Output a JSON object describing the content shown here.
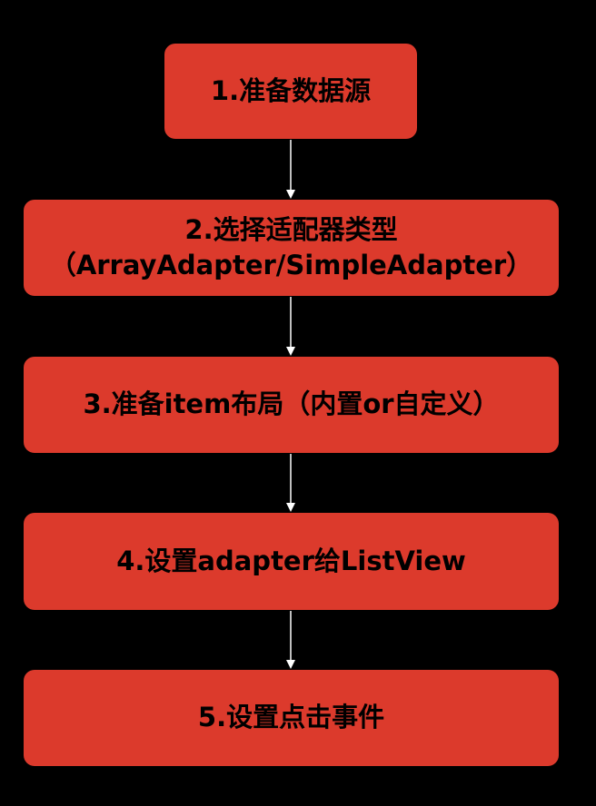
{
  "flowchart": {
    "steps": [
      {
        "lines": [
          "1.准备数据源"
        ]
      },
      {
        "lines": [
          "2.选择适配器类型",
          "（ArrayAdapter/SimpleAdapter）"
        ]
      },
      {
        "lines": [
          "3.准备item布局（内置or自定义）"
        ]
      },
      {
        "lines": [
          "4.设置adapter给ListView"
        ]
      },
      {
        "lines": [
          "5.设置点击事件"
        ]
      }
    ],
    "colors": {
      "background": "#000000",
      "box": "#dc3a2c",
      "text": "#000000",
      "arrow": "#ffffff"
    }
  }
}
